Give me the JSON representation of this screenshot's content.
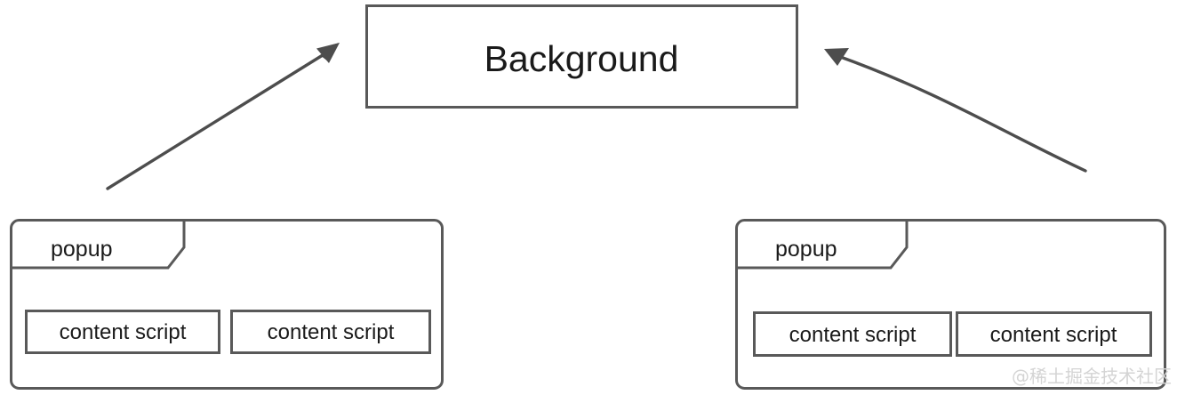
{
  "diagram": {
    "title_node": {
      "label": "Background",
      "shape": "rectangle",
      "border_color": "#595959",
      "fill_color": "#ffffff"
    },
    "groups": [
      {
        "tab_label": "popup",
        "children": [
          {
            "label": "content script"
          },
          {
            "label": "content script"
          }
        ]
      },
      {
        "tab_label": "popup",
        "children": [
          {
            "label": "content script"
          },
          {
            "label": "content script"
          }
        ]
      }
    ],
    "connectors": [
      {
        "name": "left-popup-to-background",
        "direction": "up-right",
        "arrow_at": "background"
      },
      {
        "name": "right-popup-to-background",
        "direction": "up-left",
        "arrow_at": "background"
      }
    ],
    "colors": {
      "stroke": "#595959",
      "connector": "#4d4d4d",
      "text": "#1a1a1a",
      "background": "#ffffff",
      "watermark": "#d4d4d4"
    }
  },
  "watermark": {
    "text": "@稀土掘金技术社区"
  }
}
